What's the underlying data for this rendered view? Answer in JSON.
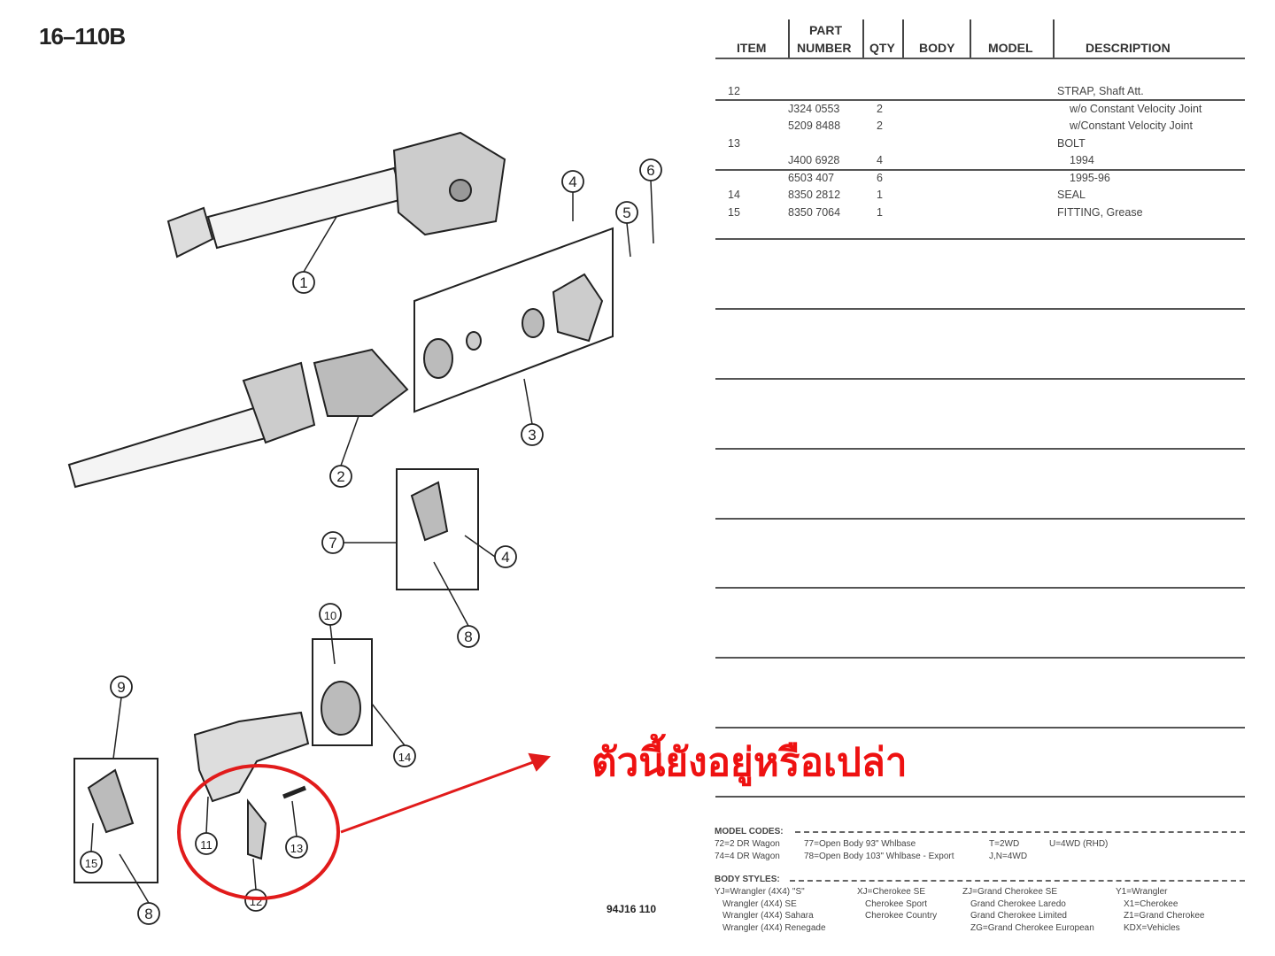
{
  "page_code": "16–110B",
  "footer_code": "94J16 110",
  "annotation": {
    "text": "ตัวนี้ยังอยู่หรือเปล่า",
    "color": "#e11b1b"
  },
  "callouts": [
    "1",
    "2",
    "3",
    "4",
    "5",
    "6",
    "4",
    "7",
    "8",
    "10",
    "14",
    "9",
    "15",
    "8",
    "11",
    "12",
    "13"
  ],
  "table": {
    "headers": {
      "item": "ITEM",
      "part_top": "PART",
      "part": "NUMBER",
      "qty": "QTY",
      "body": "BODY",
      "model": "MODEL",
      "description": "DESCRIPTION"
    },
    "rows": [
      {
        "item": "12",
        "part": "",
        "qty": "",
        "desc": "STRAP, Shaft Att."
      },
      {
        "item": "",
        "part": "J324 0553",
        "qty": "2",
        "desc": "w/o Constant Velocity Joint"
      },
      {
        "item": "",
        "part": "5209 8488",
        "qty": "2",
        "desc": "w/Constant Velocity Joint"
      },
      {
        "item": "13",
        "part": "",
        "qty": "",
        "desc": "BOLT"
      },
      {
        "item": "",
        "part": "J400 6928",
        "qty": "4",
        "desc": "1994"
      },
      {
        "item": "",
        "part": "6503 407",
        "qty": "6",
        "desc": "1995-96"
      },
      {
        "item": "14",
        "part": "8350 2812",
        "qty": "1",
        "desc": "SEAL"
      },
      {
        "item": "15",
        "part": "8350 7064",
        "qty": "1",
        "desc": "FITTING, Grease"
      }
    ]
  },
  "model_codes": {
    "label": "MODEL CODES:",
    "lines": [
      "72=2 DR Wagon",
      "74=4 DR Wagon",
      "77=Open Body 93\" Whlbase",
      "78=Open Body 103\" Whlbase - Export",
      "T=2WD",
      "J,N=4WD",
      "U=4WD (RHD)"
    ]
  },
  "body_styles": {
    "label": "BODY STYLES:",
    "lines": [
      "YJ=Wrangler (4X4) \"S\"",
      "Wrangler (4X4) SE",
      "Wrangler (4X4) Sahara",
      "Wrangler (4X4) Renegade",
      "XJ=Cherokee SE",
      "Cherokee Sport",
      "Cherokee Country",
      "ZJ=Grand Cherokee SE",
      "Grand Cherokee Laredo",
      "Grand Cherokee Limited",
      "ZG=Grand Cherokee European",
      "Y1=Wrangler",
      "X1=Cherokee",
      "Z1=Grand Cherokee",
      "KDX=Vehicles"
    ]
  }
}
